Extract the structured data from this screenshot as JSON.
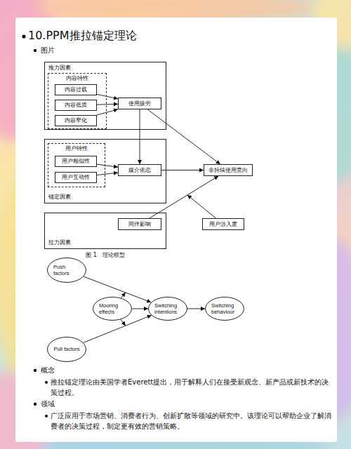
{
  "diagram": {
    "title": "10.PPM推拉锚定理论",
    "caption": "图 1　理论模型",
    "nodes": [
      {
        "text": [
          "推力因素"
        ]
      },
      {
        "text": [
          "内容特性"
        ],
        "in": 0
      },
      {
        "text": [
          "内容过载"
        ],
        "in": 1
      },
      {
        "text": [
          "内容低质"
        ],
        "in": 1
      },
      {
        "text": [
          "内容窄化"
        ],
        "in": 1
      },
      {
        "text": [
          "使用疲劳"
        ],
        "in": 0
      },
      {
        "text": [
          "锚定因素"
        ]
      },
      {
        "text": [
          "用户特性"
        ],
        "in": 6
      },
      {
        "text": [
          "用户相似性"
        ],
        "in": 7
      },
      {
        "text": [
          "用户互动性"
        ],
        "in": 7
      },
      {
        "text": [
          "媒介依恋"
        ],
        "in": 6
      },
      {
        "text": [
          "非持续使用意向"
        ]
      },
      {
        "text": [
          "拉力因素"
        ]
      },
      {
        "text": [
          "同伴影响"
        ],
        "in": 12
      },
      {
        "text": [
          "用户涉入度"
        ]
      },
      {
        "text": [
          "Push factors"
        ]
      },
      {
        "text": [
          "Mooring effects"
        ]
      },
      {
        "text": [
          "Switching intentions"
        ]
      },
      {
        "text": [
          "Switching behaviour"
        ]
      },
      {
        "text": [
          "Pull factors"
        ]
      }
    ],
    "edges": [
      {
        "from": 2,
        "to": 5,
        "arrow": "to"
      },
      {
        "from": 3,
        "to": 5,
        "arrow": "to"
      },
      {
        "from": 4,
        "to": 5,
        "arrow": "to"
      },
      {
        "from": 5,
        "to": 10,
        "arrow": "to"
      },
      {
        "from": 5,
        "to": 11,
        "arrow": "to"
      },
      {
        "from": 8,
        "to": 10,
        "arrow": "to"
      },
      {
        "from": 9,
        "to": 10,
        "arrow": "to"
      },
      {
        "from": 10,
        "to": 11,
        "arrow": "to"
      },
      {
        "from": 13,
        "to": 11,
        "arrow": "to"
      },
      {
        "from": 15,
        "to": 17,
        "arrow": "to"
      },
      {
        "from": 16,
        "to": 17,
        "arrow": "to"
      },
      {
        "from": 19,
        "to": 17,
        "arrow": "to"
      },
      {
        "from": 17,
        "to": 18,
        "arrow": "to"
      }
    ],
    "labels": [
      "图片",
      "概念",
      "推拉锚定理论由美国学者Everett提出，用于解释人们在接受新观念、新产品或新技术的决策过程。",
      "领域",
      "广泛应用于市场营销、消费者行为、创新扩散等领域的研究中。该理论可以帮助企业了解消费者的决策过程，制定更有效的营销策略。"
    ]
  }
}
